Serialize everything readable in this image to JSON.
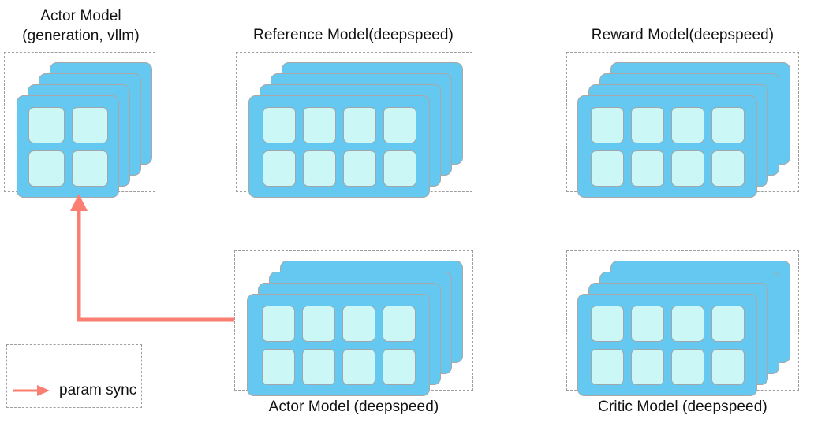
{
  "diagram": {
    "title_top_left": "Actor Model\n(generation, vllm)",
    "title_top_mid": "Reference Model(deepspeed)",
    "title_top_right": "Reward Model(deepspeed)",
    "title_bottom_mid": "Actor Model (deepspeed)",
    "title_bottom_right": "Critic Model (deepspeed)",
    "legend": {
      "label": "param sync",
      "arrow_color": "#fa7f72"
    },
    "colors": {
      "card_fill": "#64c8f0",
      "card_stroke": "#a8a8a8",
      "cell_fill": "#ccf7f7",
      "cell_stroke": "#a0a6aa",
      "dashed_border": "#9e9e9e",
      "arrow": "#fa7f72",
      "text": "#111111",
      "background": "#ffffff"
    },
    "groups": [
      {
        "name": "actor-model-vllm",
        "cards": 4,
        "cells_per_card": 4,
        "cell_grid": "2x2"
      },
      {
        "name": "reference-model-deepspeed",
        "cards": 4,
        "cells_per_card": 8,
        "cell_grid": "4x2"
      },
      {
        "name": "reward-model-deepspeed",
        "cards": 4,
        "cells_per_card": 8,
        "cell_grid": "4x2"
      },
      {
        "name": "actor-model-deepspeed",
        "cards": 4,
        "cells_per_card": 8,
        "cell_grid": "4x2"
      },
      {
        "name": "critic-model-deepspeed",
        "cards": 4,
        "cells_per_card": 8,
        "cell_grid": "4x2"
      }
    ]
  }
}
